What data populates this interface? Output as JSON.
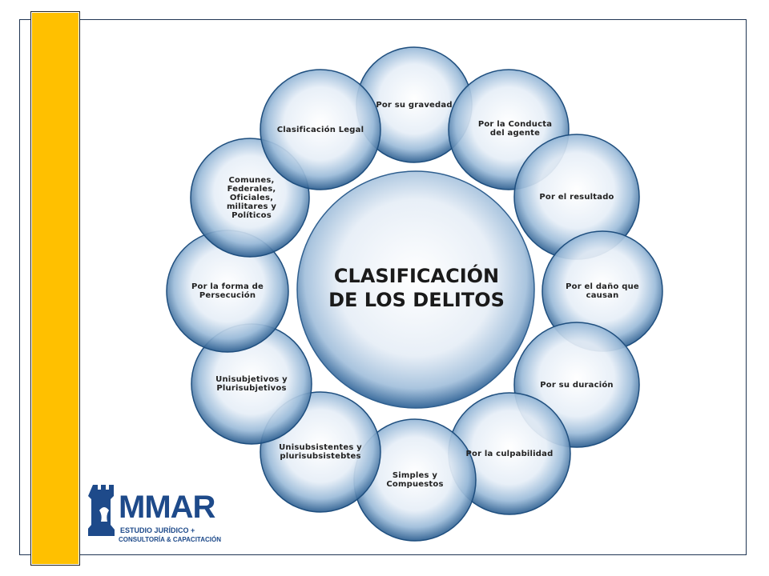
{
  "diagram": {
    "center": "CLASIFICACIÓN DE LOS DELITOS",
    "nodes": [
      "Por su gravedad",
      "Por la Conducta del agente",
      "Por el resultado",
      "Por el daño que causan",
      "Por su duración",
      "Por la culpabilidad",
      "Simples y Compuestos",
      "Unisubsistentes y plurisubsistebtes",
      "Unisubjetivos y Plurisubjetivos",
      "Por la forma de Persecución",
      "Comunes, Federales, Oficiales, militares y Políticos",
      "Clasificación Legal"
    ]
  },
  "logo": {
    "name": "MMAR",
    "line1": "ESTUDIO JURÍDICO +",
    "line2": "CONSULTORÍA & CAPACITACIÓN"
  },
  "colors": {
    "accent_bar": "#ffc000",
    "bubble_edge": "#1e4e7e",
    "logo_blue": "#1e4a8a"
  },
  "icons": {
    "logo": "chess-rook-icon"
  }
}
